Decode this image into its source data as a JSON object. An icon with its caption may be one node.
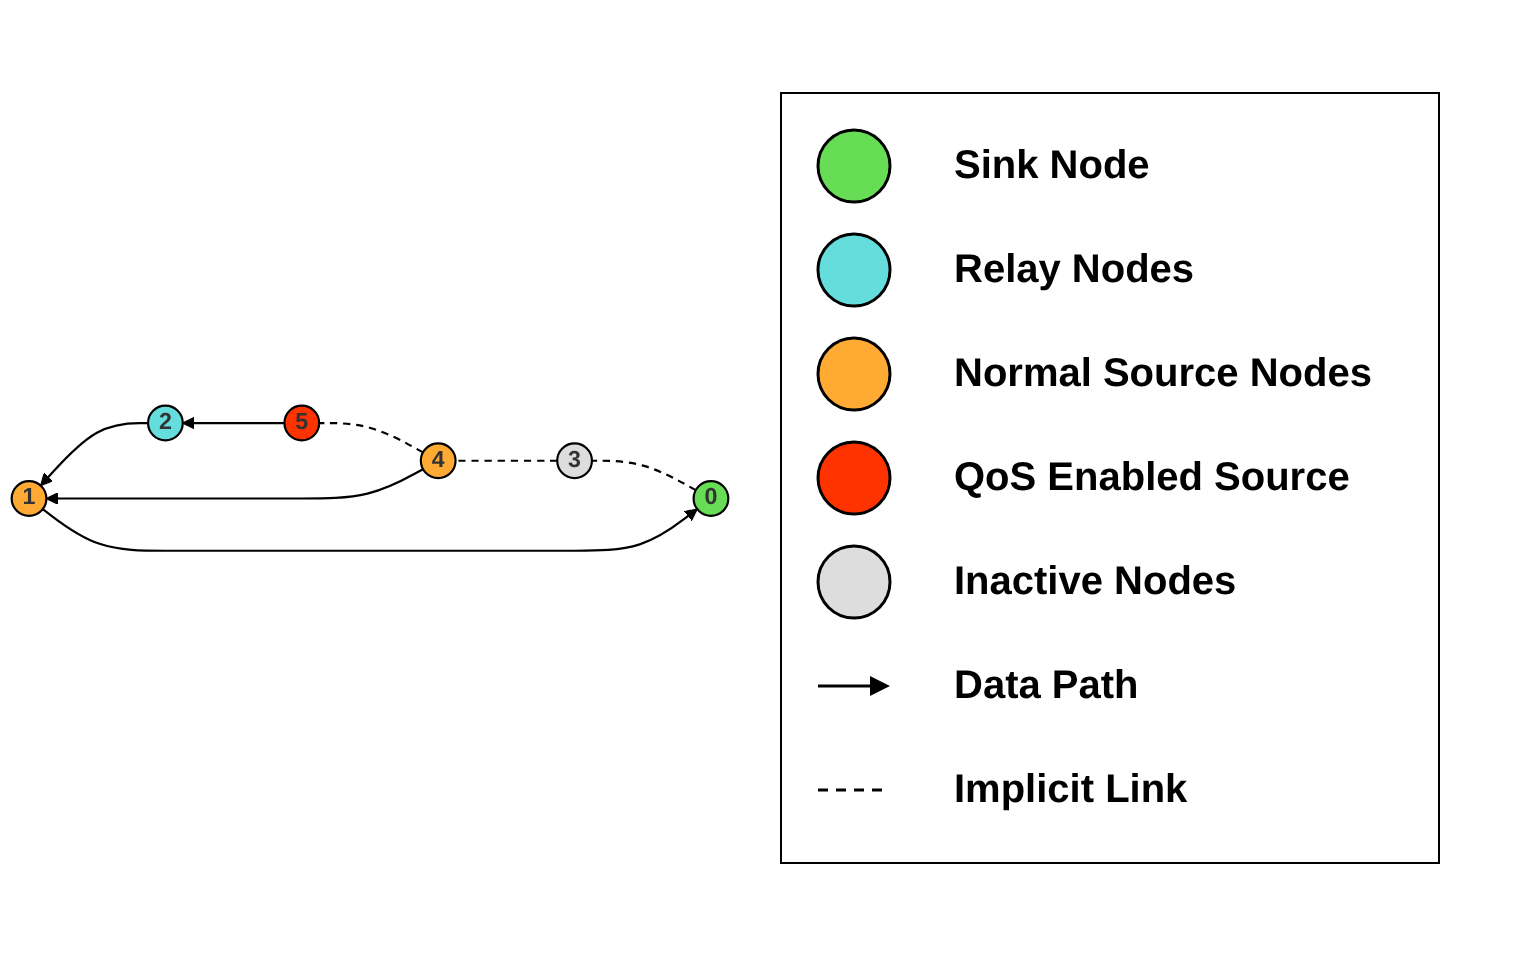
{
  "diagram": {
    "nodes": [
      {
        "text": [
          "0"
        ]
      },
      {
        "text": [
          "1"
        ]
      },
      {
        "text": [
          "2"
        ]
      },
      {
        "text": [
          "3"
        ]
      },
      {
        "text": [
          "4"
        ]
      },
      {
        "text": [
          "5"
        ]
      }
    ],
    "edges": [
      {
        "from": 1,
        "to": 0,
        "arrow": "to"
      },
      {
        "from": 2,
        "to": 1,
        "arrow": "to"
      },
      {
        "from": 4,
        "to": 1,
        "arrow": "to"
      },
      {
        "from": 5,
        "to": 2,
        "arrow": "to"
      },
      {
        "from": 0,
        "to": 3,
        "arrow": "none",
        "style": "dashed"
      },
      {
        "from": 3,
        "to": 4,
        "arrow": "none",
        "style": "dashed"
      },
      {
        "from": 4,
        "to": 5,
        "arrow": "none",
        "style": "dashed"
      }
    ],
    "legend": [
      {
        "text": "Sink Node",
        "color": "#66dd55"
      },
      {
        "text": "Relay Nodes",
        "color": "#66dddd"
      },
      {
        "text": "Normal Source Nodes",
        "color": "#ffaa33"
      },
      {
        "text": "QoS Enabled Source",
        "color": "#ff3300"
      },
      {
        "text": "Inactive Nodes",
        "color": "#dddddd"
      },
      {
        "text": "Data Path"
      },
      {
        "text": "Implicit Link"
      }
    ]
  }
}
